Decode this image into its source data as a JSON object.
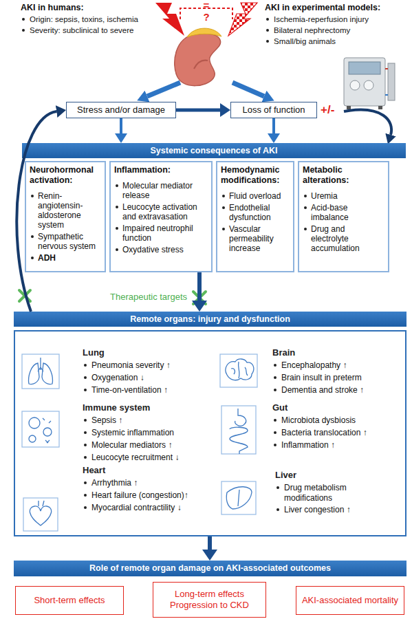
{
  "diagram": {
    "nodes": [
      {
        "text": [
          "Stress and/or damage"
        ]
      },
      {
        "text": [
          "Loss of function"
        ]
      },
      {
        "text": [
          "Systemic consequences of AKI"
        ]
      },
      {
        "text": [
          "Neurohormonal activation:",
          "Renin-angiotensin-aldosterone system",
          "Sympathetic nervous system",
          "ADH"
        ]
      },
      {
        "text": [
          "Inflammation:",
          "Molecular mediator release",
          "Leucocyte activation and extravasation",
          "Impaired neutrophil function",
          "Oxydative stress"
        ]
      },
      {
        "text": [
          "Hemodynamic modifications:",
          "Fluid overload",
          "Endothelial dysfunction",
          "Vascular permeability increase"
        ]
      },
      {
        "text": [
          "Metabolic alterations:",
          "Uremia",
          "Acid-base imbalance",
          "Drug and electrolyte accumulation"
        ]
      },
      {
        "text": [
          "Remote organs: injury and dysfunction"
        ]
      },
      {
        "text": [
          "Role of remote organ damage on AKI-associated outcomes"
        ]
      },
      {
        "text": [
          "Short-term effects"
        ]
      },
      {
        "text": [
          "Long-term effects",
          "Progression to CKD"
        ]
      },
      {
        "text": [
          "AKI-associated mortality"
        ]
      }
    ],
    "edges": [
      {
        "from": 0,
        "to": 1,
        "arrow": "to"
      },
      {
        "from": 0,
        "to": 2,
        "arrow": "to"
      },
      {
        "from": 1,
        "to": 2,
        "arrow": "to"
      },
      {
        "from": 4,
        "to": 7,
        "arrow": "to"
      },
      {
        "from": 7,
        "to": 0,
        "arrow": "to"
      },
      {
        "from": 7,
        "to": 8,
        "arrow": "to"
      }
    ],
    "labels": [
      "AKI in humans:",
      "Origin: sepsis, toxins, ischemia",
      "Severity: subclinical to severe",
      "AKI in experimental models:",
      "Ischemia-reperfusion injury",
      "Bilateral nephrectomy",
      "Small/big animals",
      "=",
      "?",
      "+/-",
      "Therapeutic targets",
      "Lung",
      "Pneumonia severity ↑",
      "Oxygenation ↓",
      "Time-on-ventilation ↑",
      "Brain",
      "Encephalopathy ↑",
      "Brain insult in preterm",
      "Dementia and stroke ↑",
      "Immune system",
      "Sepsis ↑",
      "Systemic inflammation",
      "Molecular mediators ↑",
      "Leucocyte recruitment ↓",
      "Gut",
      "Microbiota dysbiosis",
      "Bacteria translocation ↑",
      "Inflammation ↑",
      "Heart",
      "Arrhythmia ↑",
      "Heart failure (congestion)↑",
      "Myocardial contractility ↓",
      "Liver",
      "Drug metabolism modifications",
      "Liver congestion ↑"
    ]
  }
}
